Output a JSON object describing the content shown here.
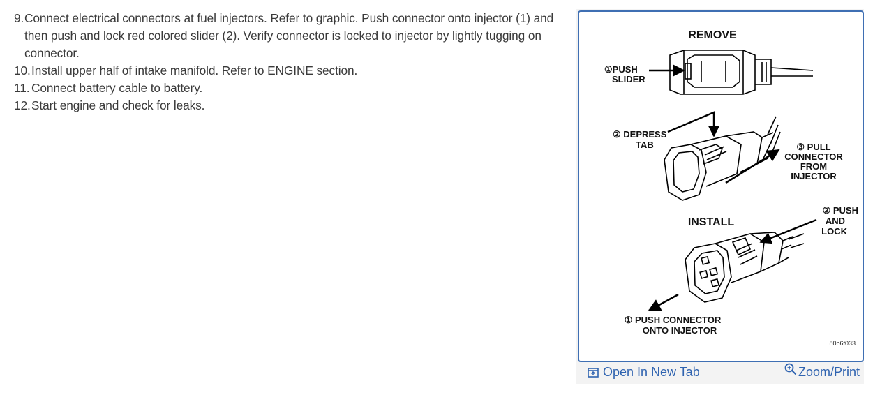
{
  "steps": [
    {
      "num": "9.",
      "text": "Connect electrical connectors at fuel injectors. Refer to graphic. Push connector onto injector (1) and then push and lock red colored slider (2). Verify connector is locked to injector by lightly tugging on connector."
    },
    {
      "num": "10.",
      "text": "Install upper half of intake manifold. Refer to ENGINE section."
    },
    {
      "num": "11.",
      "text": "Connect battery cable to battery."
    },
    {
      "num": "12.",
      "text": "Start engine and check for leaks."
    }
  ],
  "figure": {
    "remove_heading": "REMOVE",
    "install_heading": "INSTALL",
    "callout_push_slider": [
      "①PUSH",
      "SLIDER"
    ],
    "callout_depress_tab": [
      "② DEPRESS",
      "TAB"
    ],
    "callout_pull_connector": [
      "③ PULL",
      "CONNECTOR",
      "FROM",
      "INJECTOR"
    ],
    "callout_push_lock": [
      "② PUSH",
      "AND",
      "LOCK"
    ],
    "callout_push_connector": [
      "① PUSH CONNECTOR",
      "ONTO INJECTOR"
    ],
    "figure_id": "80b6f033"
  },
  "actions": {
    "open_new_tab": "Open In New Tab",
    "zoom_print": "Zoom/Print"
  },
  "icons": {
    "open_new_tab": "open-new-tab-icon",
    "zoom": "zoom-in-icon"
  },
  "colors": {
    "link": "#2f63b0",
    "frame_border": "#3f6fb3"
  }
}
